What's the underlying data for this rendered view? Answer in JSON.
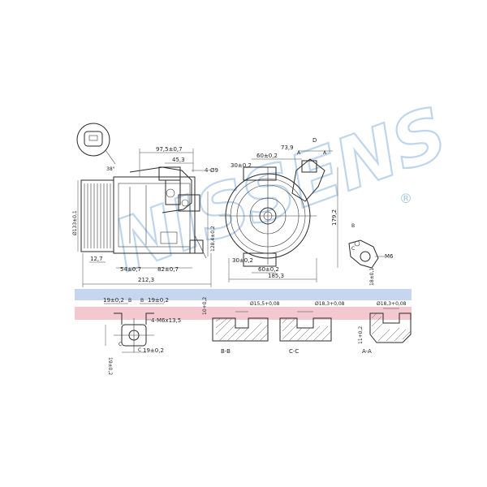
{
  "watermark": {
    "brand": "NISSENS",
    "mark": "®",
    "color": "#a9c8e6"
  },
  "band_colors": {
    "blue": "#c5d6ee",
    "pink": "#f3c9cf"
  },
  "dimensions": {
    "d97_5": "97,5±0,7",
    "d45_3": "45,3",
    "d4_phi9": "4-Ø9",
    "d38": "38°",
    "d_phi133": "Ø133±0,1",
    "d128_4": "128,4±0,2",
    "d12_7": "12,7",
    "d54": "54±0,7",
    "d82": "82±0,7",
    "d212_3": "212,3",
    "d73_9": "73,9",
    "d60_top": "60±0,2",
    "d30_top": "30±0,2",
    "d179_2": "179,2",
    "d30_bot": "30±0,2",
    "d60_bot": "60±0,2",
    "d185_3": "185,3",
    "d_m6": "M6",
    "d18": "18±0,1",
    "d19_left": "19±0,2",
    "d19_right": "19±0,2",
    "d19_bottom": "19±0,2",
    "d19_side": "19±0,2",
    "d_m6x13_5": "4-M6x13,5",
    "d10": "10+0,2",
    "d15_5": "Ø15,5+0,08",
    "d18_3_cc": "Ø18,3+0,08",
    "d18_3_aa": "Ø18,3+0,08",
    "d11": "11+0,2"
  },
  "labels": {
    "D": "D",
    "A_top": "A",
    "A_top2": "A",
    "B_top": "B",
    "C_top": "C",
    "B1": "B",
    "B2": "B",
    "C1": "C",
    "C2": "C",
    "section_bb": "B-B",
    "section_cc": "C-C",
    "section_aa": "A-A"
  }
}
